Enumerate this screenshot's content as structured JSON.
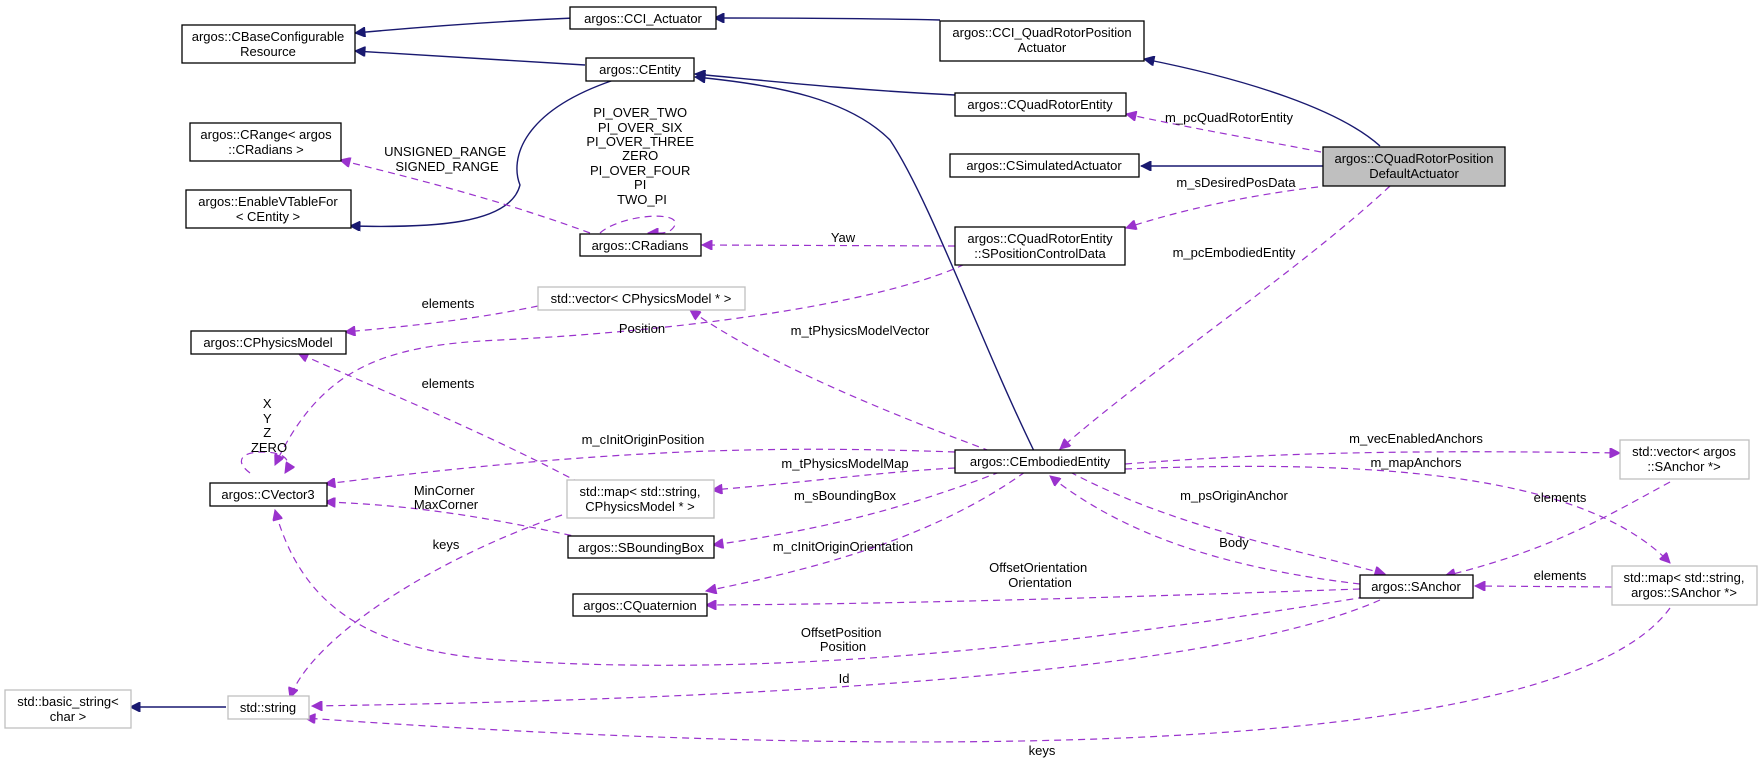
{
  "colors": {
    "inheritance": "#191970",
    "usage": "#9a32cd",
    "focus_fill": "#bfbfbf",
    "external_border": "#bfbfbf"
  },
  "nodes": {
    "ccconfig": [
      "argos::CBaseConfigurable",
      "Resource"
    ],
    "cciact": [
      "argos::CCI_Actuator"
    ],
    "cciquad": [
      "argos::CCI_QuadRotorPosition",
      "Actuator"
    ],
    "centity": [
      "argos::CEntity"
    ],
    "cquadentity": [
      "argos::CQuadRotorEntity"
    ],
    "csimact": [
      "argos::CSimulatedActuator"
    ],
    "focus": [
      "argos::CQuadRotorPosition",
      "DefaultActuator"
    ],
    "crange": [
      "argos::CRange< argos",
      "::CRadians >"
    ],
    "enablevt": [
      "argos::EnableVTableFor",
      "< CEntity >"
    ],
    "cradians": [
      "argos::CRadians"
    ],
    "sposctl": [
      "argos::CQuadRotorEntity",
      "::SPositionControlData"
    ],
    "vecphys": [
      "std::vector< CPhysicsModel * >"
    ],
    "cphysmodel": [
      "argos::CPhysicsModel"
    ],
    "cvector3": [
      "argos::CVector3"
    ],
    "cembodied": [
      "argos::CEmbodiedEntity"
    ],
    "vecanchor": [
      "std::vector< argos",
      "::SAnchor *>"
    ],
    "mapphys": [
      "std::map< std::string,",
      "CPhysicsModel * >"
    ],
    "sbbox": [
      "argos::SBoundingBox"
    ],
    "cquat": [
      "argos::CQuaternion"
    ],
    "sanchor": [
      "argos::SAnchor"
    ],
    "mapanchor": [
      "std::map< std::string,",
      "argos::SAnchor *>"
    ],
    "basicstr": [
      "std::basic_string<",
      "char >"
    ],
    "stdstring": [
      "std::string"
    ]
  },
  "edge_labels": {
    "quadentity": [
      "m_pcQuadRotorEntity"
    ],
    "desiredpos": [
      "m_sDesiredPosData"
    ],
    "embodied": [
      "m_pcEmbodiedEntity"
    ],
    "yaw": [
      "Yaw"
    ],
    "radconsts": [
      "PI_OVER_TWO",
      "PI_OVER_SIX",
      "PI_OVER_THREE",
      "ZERO",
      "PI_OVER_FOUR",
      "PI",
      "TWO_PI"
    ],
    "range": [
      "UNSIGNED_RANGE",
      "SIGNED_RANGE"
    ],
    "vecelements": [
      "elements"
    ],
    "position": [
      "Position"
    ],
    "physvector": [
      "m_tPhysicsModelVector"
    ],
    "mapelements": [
      "elements"
    ],
    "vec3consts": [
      "X",
      "Y",
      "Z",
      "ZERO"
    ],
    "initpos": [
      "m_cInitOriginPosition"
    ],
    "physmap": [
      "m_tPhysicsModelMap"
    ],
    "bbox": [
      "m_sBoundingBox"
    ],
    "minmax": [
      "MinCorner",
      "MaxCorner"
    ],
    "keys1": [
      "keys"
    ],
    "initorient": [
      "m_cInitOriginOrientation"
    ],
    "enabledanchors": [
      "m_vecEnabledAnchors"
    ],
    "mapanchors": [
      "m_mapAnchors"
    ],
    "originanchor": [
      "m_psOriginAnchor"
    ],
    "body": [
      "Body"
    ],
    "anchorelements1": [
      "elements"
    ],
    "anchorelements2": [
      "elements"
    ],
    "offsetorient": [
      "OffsetOrientation",
      "Orientation"
    ],
    "offsetpos": [
      "OffsetPosition",
      "Position"
    ],
    "id": [
      "Id"
    ],
    "keys2": [
      "keys"
    ]
  }
}
